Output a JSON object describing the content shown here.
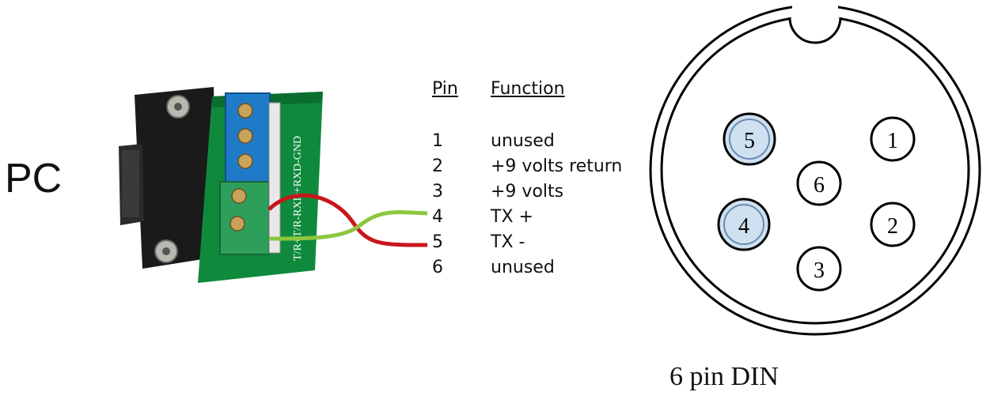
{
  "left_label": "PC",
  "din_caption": "6 pin DIN",
  "pin_table": {
    "col_pin": "Pin",
    "col_function": "Function",
    "rows": [
      {
        "pin": "1",
        "function": "unused"
      },
      {
        "pin": "2",
        "function": "+9 volts return"
      },
      {
        "pin": "3",
        "function": "+9 volts"
      },
      {
        "pin": "4",
        "function": "TX +"
      },
      {
        "pin": "5",
        "function": "TX -"
      },
      {
        "pin": "6",
        "function": "unused"
      }
    ]
  },
  "adapter_label": "T/R+T/R-RXD+RXD-GND",
  "din_pins": [
    "1",
    "2",
    "3",
    "4",
    "5",
    "6"
  ],
  "colors": {
    "wire_red": "#c8161d",
    "wire_green": "#8cc63f",
    "pcb_green": "#0f8a3c",
    "terminal_blue": "#1f7bc8",
    "terminal_green": "#2e9e5b",
    "highlight_pin": "#cfe0f0"
  }
}
